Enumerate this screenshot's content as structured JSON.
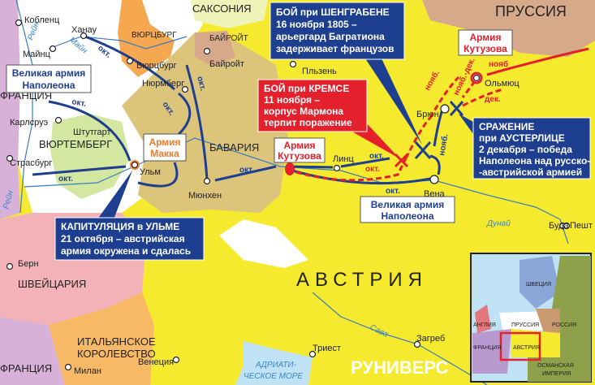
{
  "colors": {
    "austria": "#f6ea2f",
    "prussia": "#d7a98b",
    "bavaria": "#dcc57b",
    "france": "#d8b1d8",
    "switzerland": "#f3b2b8",
    "italy": "#f7b966",
    "wurttemberg": "#d4e7a1",
    "wurzburg": "#f5a850",
    "neutral": "#ffffff",
    "sea": "#bfe3f4",
    "napoleon": "#1e3f8f",
    "kutuzov": "#e3202b"
  },
  "countries": [
    "САКСОНИЯ",
    "ПРУССИЯ",
    "ВЮРЦБУРГ",
    "БАЙРОЙТ",
    "ФРАНЦИЯ",
    "ВЮРТЕМБЕРГ",
    "БАВАРИЯ",
    "АВСТРИЯ",
    "ШВЕЙЦАРИЯ",
    "ИТАЛЬЯНСКОЕ",
    "КОРОЛЕВСТВО",
    "ФРАНЦИЯ"
  ],
  "cities": [
    "Кобленц",
    "Ханау",
    "Майнц",
    "Вюрцбург",
    "Байройт",
    "Нюрмберг",
    "Карлсруэ",
    "Штутгарт",
    "Страсбург",
    "Ульм",
    "Мюнхен",
    "Пльзень",
    "Линц",
    "Вена",
    "Брюн",
    "Ольмюц",
    "Буда",
    "Пешт",
    "Берн",
    "Милан",
    "Венеция",
    "Триест",
    "Загреб"
  ],
  "rivers": [
    "Рейн",
    "Майн",
    "Дунай",
    "Сава",
    "Рейн"
  ],
  "sea": [
    "АДРИАТИ-",
    "ЧЕСКОЕ МОРЕ"
  ],
  "armies": {
    "napoleon_left": [
      "Великая армия",
      "Наполеона"
    ],
    "napoleon_bottom": [
      "Великая армия",
      "Наполеона"
    ],
    "mack": [
      "Армия",
      "Макка"
    ],
    "kutuzov_center": [
      "Армия",
      "Кутузова"
    ],
    "kutuzov_top": [
      "Армия",
      "Кутузова"
    ]
  },
  "route_labels": {
    "napoleon": [
      "окт.",
      "окт.",
      "окт.",
      "окт.",
      "окт.",
      "окт.",
      "окт.",
      "окт.",
      "нояб."
    ],
    "kutuzov": [
      "окт.",
      "нояб.",
      "нояб.-дек.",
      "дек.",
      "нояб"
    ]
  },
  "callouts": {
    "schongrabern": [
      "БОЙ при ШЕНГРАБЕНЕ",
      "16 ноября 1805 –",
      "арьергард Багратиона",
      "задерживает французов"
    ],
    "krems": [
      "БОЙ при КРЕМСЕ",
      "11 ноября –",
      "корпус Мармона",
      "терпит поражение"
    ],
    "austerlitz": [
      "СРАЖЕНИЕ",
      "при АУСТЕРЛИЦЕ",
      "2 декабря – победа",
      "Наполеона над русско-",
      "-австрийской армией"
    ],
    "ulm": [
      "КАПИТУЛЯЦИЯ в УЛЬМЕ",
      "21 октября – австрийская",
      "армия окружена и сдалась"
    ]
  },
  "inset": {
    "labels": [
      "ШВЕЦИЯ",
      "АНГЛИЯ",
      "ПРУССИЯ",
      "РОССИЯ",
      "ФРАНЦИЯ",
      "АВСТРИЯ",
      "ОСМАНСКАЯ",
      "ИМПЕРИЯ"
    ]
  },
  "logo": "РУНИВЕРС"
}
